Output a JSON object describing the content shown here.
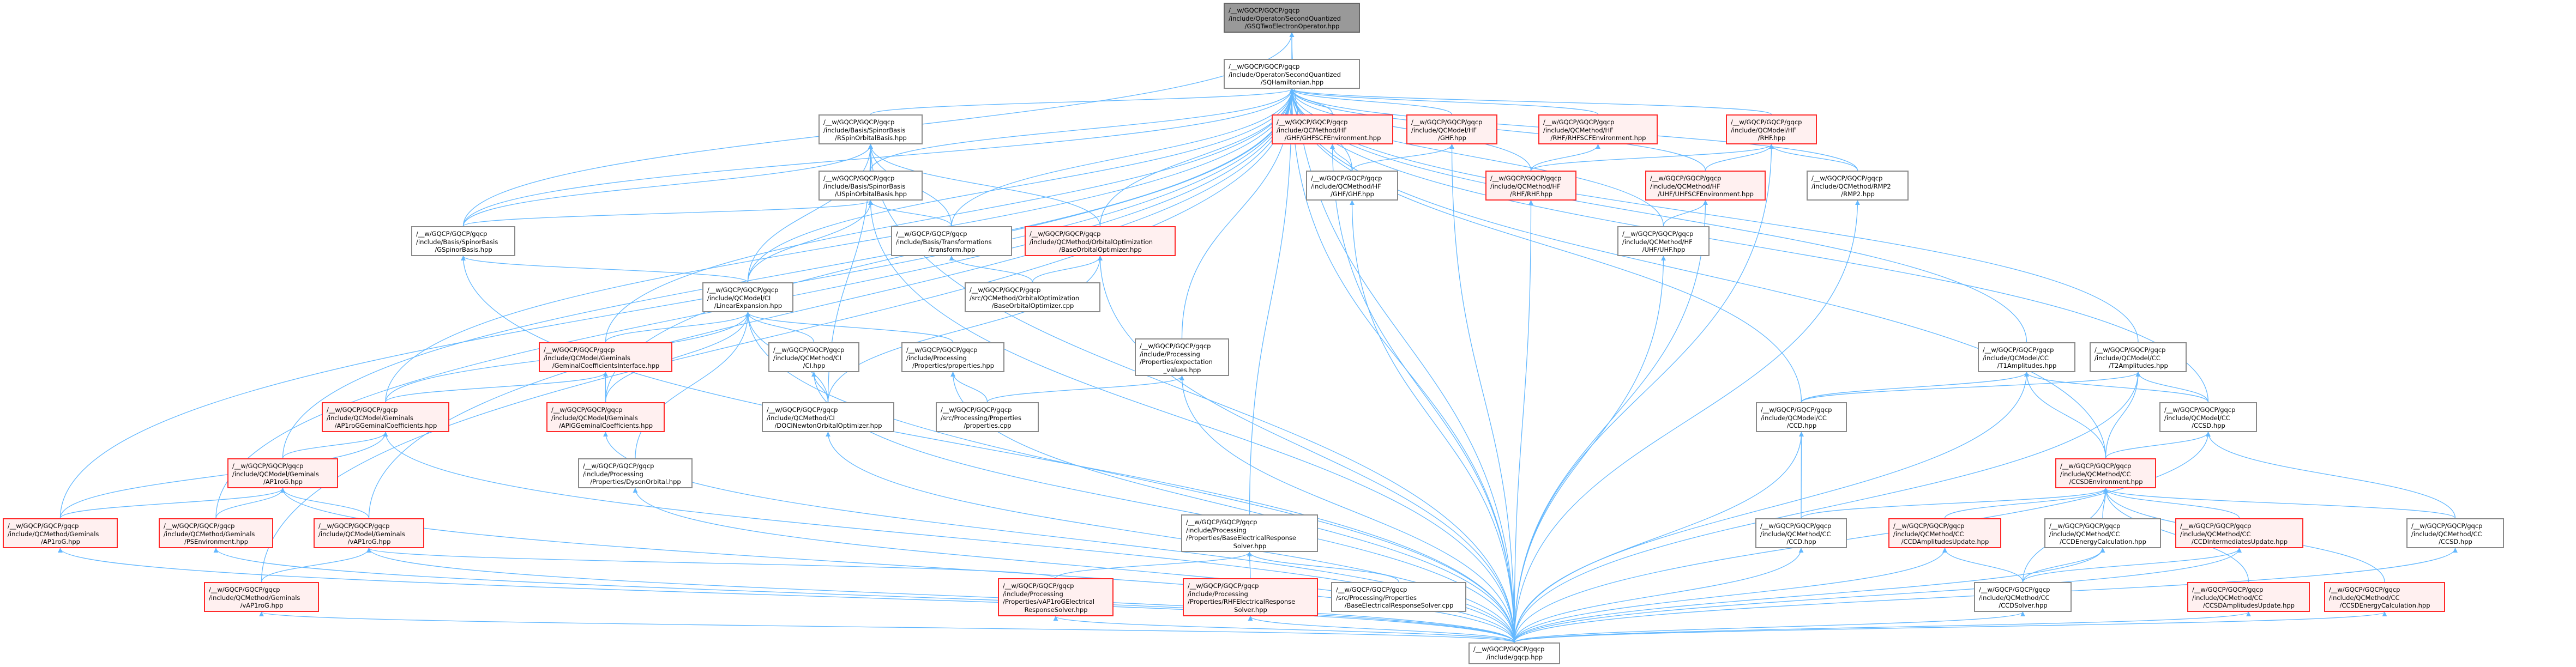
{
  "colors": {
    "edge": "#63b8ff",
    "red_border": "#ff2a2a",
    "red_fill": "#fff0f0",
    "root_fill": "#999999",
    "border": "#8a8a8a"
  },
  "nodes": [
    {
      "id": "n0",
      "kind": "root",
      "lines": [
        "/__w/GQCP/GQCP/gqcp",
        "/include/Operator/SecondQuantized",
        "/GSQTwoElectronOperator.hpp"
      ]
    },
    {
      "id": "n1",
      "kind": "normal",
      "lines": [
        "/__w/GQCP/GQCP/gqcp",
        "/include/Operator/SecondQuantized",
        "/SQHamiltonian.hpp"
      ]
    },
    {
      "id": "n2",
      "kind": "normal",
      "lines": [
        "/__w/GQCP/GQCP/gqcp",
        "/include/Basis/SpinorBasis",
        "/RSpinOrbitalBasis.hpp"
      ]
    },
    {
      "id": "n3",
      "kind": "red",
      "lines": [
        "/__w/GQCP/GQCP/gqcp",
        "/include/QCMethod/HF",
        "/GHF/GHFSCFEnvironment.hpp"
      ]
    },
    {
      "id": "n4",
      "kind": "red",
      "lines": [
        "/__w/GQCP/GQCP/gqcp",
        "/include/QCModel/HF",
        "/GHF.hpp"
      ]
    },
    {
      "id": "n5",
      "kind": "red",
      "lines": [
        "/__w/GQCP/GQCP/gqcp",
        "/include/QCMethod/HF",
        "/RHF/RHFSCFEnvironment.hpp"
      ]
    },
    {
      "id": "n6",
      "kind": "red",
      "lines": [
        "/__w/GQCP/GQCP/gqcp",
        "/include/QCModel/HF",
        "/RHF.hpp"
      ]
    },
    {
      "id": "n7",
      "kind": "normal",
      "lines": [
        "/__w/GQCP/GQCP/gqcp",
        "/include/Basis/SpinorBasis",
        "/USpinOrbitalBasis.hpp"
      ]
    },
    {
      "id": "n8",
      "kind": "normal",
      "lines": [
        "/__w/GQCP/GQCP/gqcp",
        "/include/QCMethod/HF",
        "/GHF/GHF.hpp"
      ]
    },
    {
      "id": "n9",
      "kind": "red",
      "lines": [
        "/__w/GQCP/GQCP/gqcp",
        "/include/QCMethod/HF",
        "/RHF/RHF.hpp"
      ]
    },
    {
      "id": "n10",
      "kind": "red",
      "lines": [
        "/__w/GQCP/GQCP/gqcp",
        "/include/QCMethod/HF",
        "/UHF/UHFSCFEnvironment.hpp"
      ]
    },
    {
      "id": "n11",
      "kind": "normal",
      "lines": [
        "/__w/GQCP/GQCP/gqcp",
        "/include/QCMethod/RMP2",
        "/RMP2.hpp"
      ]
    },
    {
      "id": "n12",
      "kind": "normal",
      "lines": [
        "/__w/GQCP/GQCP/gqcp",
        "/include/Basis/SpinorBasis",
        "/GSpinorBasis.hpp"
      ]
    },
    {
      "id": "n13",
      "kind": "normal",
      "lines": [
        "/__w/GQCP/GQCP/gqcp",
        "/include/Basis/Transformations",
        "/transform.hpp"
      ]
    },
    {
      "id": "n14",
      "kind": "red",
      "lines": [
        "/__w/GQCP/GQCP/gqcp",
        "/include/QCMethod/OrbitalOptimization",
        "/BaseOrbitalOptimizer.hpp"
      ]
    },
    {
      "id": "n15",
      "kind": "normal",
      "lines": [
        "/__w/GQCP/GQCP/gqcp",
        "/include/QCMethod/HF",
        "/UHF/UHF.hpp"
      ]
    },
    {
      "id": "n16",
      "kind": "normal",
      "lines": [
        "/__w/GQCP/GQCP/gqcp",
        "/include/QCModel/CI",
        "/LinearExpansion.hpp"
      ]
    },
    {
      "id": "n17",
      "kind": "normal",
      "lines": [
        "/__w/GQCP/GQCP/gqcp",
        "/src/QCMethod/OrbitalOptimization",
        "/BaseOrbitalOptimizer.cpp"
      ]
    },
    {
      "id": "n18",
      "kind": "red",
      "lines": [
        "/__w/GQCP/GQCP/gqcp",
        "/include/QCModel/Geminals",
        "/GeminalCoefficientsInterface.hpp"
      ]
    },
    {
      "id": "n19",
      "kind": "normal",
      "lines": [
        "/__w/GQCP/GQCP/gqcp",
        "/include/QCMethod/CI",
        "/CI.hpp"
      ]
    },
    {
      "id": "n20",
      "kind": "normal",
      "lines": [
        "/__w/GQCP/GQCP/gqcp",
        "/include/Processing",
        "/Properties/properties.hpp"
      ]
    },
    {
      "id": "n21",
      "kind": "normal",
      "lines": [
        "/__w/GQCP/GQCP/gqcp",
        "/include/Processing",
        "/Properties/expectation",
        "_values.hpp"
      ]
    },
    {
      "id": "n22",
      "kind": "normal",
      "lines": [
        "/__w/GQCP/GQCP/gqcp",
        "/include/QCModel/CC",
        "/T1Amplitudes.hpp"
      ]
    },
    {
      "id": "n23",
      "kind": "normal",
      "lines": [
        "/__w/GQCP/GQCP/gqcp",
        "/include/QCModel/CC",
        "/T2Amplitudes.hpp"
      ]
    },
    {
      "id": "n24",
      "kind": "red",
      "lines": [
        "/__w/GQCP/GQCP/gqcp",
        "/include/QCModel/Geminals",
        "/AP1roGGeminalCoefficients.hpp"
      ]
    },
    {
      "id": "n25",
      "kind": "red",
      "lines": [
        "/__w/GQCP/GQCP/gqcp",
        "/include/QCModel/Geminals",
        "/APIGGeminalCoefficients.hpp"
      ]
    },
    {
      "id": "n26",
      "kind": "normal",
      "lines": [
        "/__w/GQCP/GQCP/gqcp",
        "/include/QCMethod/CI",
        "/DOCINewtonOrbitalOptimizer.hpp"
      ]
    },
    {
      "id": "n27",
      "kind": "normal",
      "lines": [
        "/__w/GQCP/GQCP/gqcp",
        "/src/Processing/Properties",
        "/properties.cpp"
      ]
    },
    {
      "id": "n28",
      "kind": "normal",
      "lines": [
        "/__w/GQCP/GQCP/gqcp",
        "/include/QCModel/CC",
        "/CCD.hpp"
      ]
    },
    {
      "id": "n29",
      "kind": "normal",
      "lines": [
        "/__w/GQCP/GQCP/gqcp",
        "/include/QCModel/CC",
        "/CCSD.hpp"
      ]
    },
    {
      "id": "n30",
      "kind": "red",
      "lines": [
        "/__w/GQCP/GQCP/gqcp",
        "/include/QCModel/Geminals",
        "/AP1roG.hpp"
      ]
    },
    {
      "id": "n31",
      "kind": "normal",
      "lines": [
        "/__w/GQCP/GQCP/gqcp",
        "/include/Processing",
        "/Properties/DysonOrbital.hpp"
      ]
    },
    {
      "id": "n32",
      "kind": "red",
      "lines": [
        "/__w/GQCP/GQCP/gqcp",
        "/include/QCMethod/CC",
        "/CCSDEnvironment.hpp"
      ]
    },
    {
      "id": "n33",
      "kind": "red",
      "lines": [
        "/__w/GQCP/GQCP/gqcp",
        "/include/QCMethod/Geminals",
        "/AP1roG.hpp"
      ]
    },
    {
      "id": "n34",
      "kind": "red",
      "lines": [
        "/__w/GQCP/GQCP/gqcp",
        "/include/QCMethod/Geminals",
        "/PSEnvironment.hpp"
      ]
    },
    {
      "id": "n35",
      "kind": "red",
      "lines": [
        "/__w/GQCP/GQCP/gqcp",
        "/include/QCModel/Geminals",
        "/vAP1roG.hpp"
      ]
    },
    {
      "id": "n36",
      "kind": "normal",
      "lines": [
        "/__w/GQCP/GQCP/gqcp",
        "/include/Processing",
        "/Properties/BaseElectricalResponse",
        "Solver.hpp"
      ]
    },
    {
      "id": "n37",
      "kind": "normal",
      "lines": [
        "/__w/GQCP/GQCP/gqcp",
        "/include/QCMethod/CC",
        "/CCD.hpp"
      ]
    },
    {
      "id": "n38",
      "kind": "red",
      "lines": [
        "/__w/GQCP/GQCP/gqcp",
        "/include/QCMethod/CC",
        "/CCDAmplitudesUpdate.hpp"
      ]
    },
    {
      "id": "n39",
      "kind": "normal",
      "lines": [
        "/__w/GQCP/GQCP/gqcp",
        "/include/QCMethod/CC",
        "/CCDEnergyCalculation.hpp"
      ]
    },
    {
      "id": "n40",
      "kind": "red",
      "lines": [
        "/__w/GQCP/GQCP/gqcp",
        "/include/QCMethod/CC",
        "/CCDIntermediatesUpdate.hpp"
      ]
    },
    {
      "id": "n41",
      "kind": "normal",
      "lines": [
        "/__w/GQCP/GQCP/gqcp",
        "/include/QCMethod/CC",
        "/CCSD.hpp"
      ]
    },
    {
      "id": "n42",
      "kind": "red",
      "lines": [
        "/__w/GQCP/GQCP/gqcp",
        "/include/QCMethod/Geminals",
        "/vAP1roG.hpp"
      ]
    },
    {
      "id": "n43",
      "kind": "red",
      "lines": [
        "/__w/GQCP/GQCP/gqcp",
        "/include/Processing",
        "/Properties/vAP1roGElectrical",
        "ResponseSolver.hpp"
      ]
    },
    {
      "id": "n44",
      "kind": "red",
      "lines": [
        "/__w/GQCP/GQCP/gqcp",
        "/include/Processing",
        "/Properties/RHFElectricalResponse",
        "Solver.hpp"
      ]
    },
    {
      "id": "n45",
      "kind": "normal",
      "lines": [
        "/__w/GQCP/GQCP/gqcp",
        "/src/Processing/Properties",
        "/BaseElectricalResponseSolver.cpp"
      ]
    },
    {
      "id": "n46",
      "kind": "normal",
      "lines": [
        "/__w/GQCP/GQCP/gqcp",
        "/include/QCMethod/CC",
        "/CCDSolver.hpp"
      ]
    },
    {
      "id": "n47",
      "kind": "red",
      "lines": [
        "/__w/GQCP/GQCP/gqcp",
        "/include/QCMethod/CC",
        "/CCSDAmplitudesUpdate.hpp"
      ]
    },
    {
      "id": "n48",
      "kind": "red",
      "lines": [
        "/__w/GQCP/GQCP/gqcp",
        "/include/QCMethod/CC",
        "/CCSDEnergyCalculation.hpp"
      ]
    },
    {
      "id": "n49",
      "kind": "normal",
      "lines": [
        "/__w/GQCP/GQCP/gqcp",
        "/include/gqcp.hpp"
      ]
    }
  ],
  "edges": [
    [
      "n1",
      "n0"
    ],
    [
      "n12",
      "n0"
    ],
    [
      "n49",
      "n0"
    ],
    [
      "n2",
      "n1"
    ],
    [
      "n3",
      "n1"
    ],
    [
      "n4",
      "n1"
    ],
    [
      "n5",
      "n1"
    ],
    [
      "n6",
      "n1"
    ],
    [
      "n7",
      "n1"
    ],
    [
      "n8",
      "n1"
    ],
    [
      "n9",
      "n1"
    ],
    [
      "n10",
      "n1"
    ],
    [
      "n11",
      "n1"
    ],
    [
      "n12",
      "n1"
    ],
    [
      "n13",
      "n1"
    ],
    [
      "n14",
      "n1"
    ],
    [
      "n15",
      "n1"
    ],
    [
      "n16",
      "n1"
    ],
    [
      "n18",
      "n1"
    ],
    [
      "n21",
      "n1"
    ],
    [
      "n22",
      "n1"
    ],
    [
      "n23",
      "n1"
    ],
    [
      "n24",
      "n1"
    ],
    [
      "n25",
      "n1"
    ],
    [
      "n28",
      "n1"
    ],
    [
      "n29",
      "n1"
    ],
    [
      "n30",
      "n1"
    ],
    [
      "n32",
      "n1"
    ],
    [
      "n33",
      "n1"
    ],
    [
      "n34",
      "n1"
    ],
    [
      "n35",
      "n1"
    ],
    [
      "n36",
      "n1"
    ],
    [
      "n42",
      "n1"
    ],
    [
      "n49",
      "n1"
    ],
    [
      "n7",
      "n2"
    ],
    [
      "n12",
      "n2"
    ],
    [
      "n13",
      "n2"
    ],
    [
      "n14",
      "n2"
    ],
    [
      "n16",
      "n2"
    ],
    [
      "n26",
      "n2"
    ],
    [
      "n12",
      "n7"
    ],
    [
      "n13",
      "n7"
    ],
    [
      "n16",
      "n7"
    ],
    [
      "n8",
      "n3"
    ],
    [
      "n8",
      "n4"
    ],
    [
      "n9",
      "n5"
    ],
    [
      "n9",
      "n6"
    ],
    [
      "n10",
      "n6"
    ],
    [
      "n11",
      "n6"
    ],
    [
      "n15",
      "n10"
    ],
    [
      "n17",
      "n13"
    ],
    [
      "n17",
      "n14"
    ],
    [
      "n26",
      "n14"
    ],
    [
      "n16",
      "n12"
    ],
    [
      "n19",
      "n16"
    ],
    [
      "n20",
      "n16"
    ],
    [
      "n18",
      "n16"
    ],
    [
      "n24",
      "n16"
    ],
    [
      "n25",
      "n16"
    ],
    [
      "n26",
      "n16"
    ],
    [
      "n31",
      "n16"
    ],
    [
      "n26",
      "n19"
    ],
    [
      "n27",
      "n20"
    ],
    [
      "n27",
      "n21"
    ],
    [
      "n24",
      "n18"
    ],
    [
      "n25",
      "n18"
    ],
    [
      "n30",
      "n24"
    ],
    [
      "n33",
      "n30"
    ],
    [
      "n34",
      "n30"
    ],
    [
      "n35",
      "n30"
    ],
    [
      "n42",
      "n35"
    ],
    [
      "n33",
      "n24"
    ],
    [
      "n43",
      "n36"
    ],
    [
      "n43",
      "n35"
    ],
    [
      "n44",
      "n36"
    ],
    [
      "n45",
      "n36"
    ],
    [
      "n28",
      "n22"
    ],
    [
      "n28",
      "n23"
    ],
    [
      "n29",
      "n22"
    ],
    [
      "n29",
      "n23"
    ],
    [
      "n32",
      "n22"
    ],
    [
      "n32",
      "n23"
    ],
    [
      "n32",
      "n29"
    ],
    [
      "n37",
      "n28"
    ],
    [
      "n37",
      "n32"
    ],
    [
      "n38",
      "n32"
    ],
    [
      "n39",
      "n32"
    ],
    [
      "n40",
      "n32"
    ],
    [
      "n41",
      "n29"
    ],
    [
      "n41",
      "n32"
    ],
    [
      "n46",
      "n38"
    ],
    [
      "n46",
      "n39"
    ],
    [
      "n46",
      "n40"
    ],
    [
      "n46",
      "n32"
    ],
    [
      "n47",
      "n32"
    ],
    [
      "n48",
      "n32"
    ],
    [
      "n49",
      "n2"
    ],
    [
      "n49",
      "n7"
    ],
    [
      "n49",
      "n12"
    ],
    [
      "n49",
      "n14"
    ],
    [
      "n49",
      "n16"
    ],
    [
      "n49",
      "n19"
    ],
    [
      "n49",
      "n20"
    ],
    [
      "n49",
      "n21"
    ],
    [
      "n49",
      "n26"
    ],
    [
      "n49",
      "n30"
    ],
    [
      "n49",
      "n33"
    ],
    [
      "n49",
      "n34"
    ],
    [
      "n49",
      "n35"
    ],
    [
      "n49",
      "n42"
    ],
    [
      "n49",
      "n31"
    ],
    [
      "n49",
      "n43"
    ],
    [
      "n49",
      "n44"
    ],
    [
      "n49",
      "n8"
    ],
    [
      "n49",
      "n9"
    ],
    [
      "n49",
      "n15"
    ],
    [
      "n49",
      "n10"
    ],
    [
      "n49",
      "n11"
    ],
    [
      "n49",
      "n6"
    ],
    [
      "n49",
      "n4"
    ],
    [
      "n49",
      "n3"
    ],
    [
      "n49",
      "n28"
    ],
    [
      "n49",
      "n29"
    ],
    [
      "n49",
      "n37"
    ],
    [
      "n49",
      "n38"
    ],
    [
      "n49",
      "n39"
    ],
    [
      "n49",
      "n40"
    ],
    [
      "n49",
      "n41"
    ],
    [
      "n49",
      "n46"
    ],
    [
      "n49",
      "n47"
    ],
    [
      "n49",
      "n48"
    ],
    [
      "n49",
      "n22"
    ],
    [
      "n49",
      "n23"
    ],
    [
      "n49",
      "n24"
    ],
    [
      "n49",
      "n25"
    ]
  ]
}
